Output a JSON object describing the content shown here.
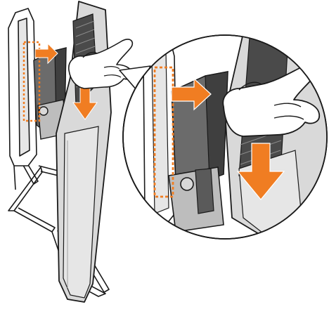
{
  "figure": {
    "type": "installation-illustration",
    "subject": "monitor-stand-detach",
    "steps": [
      {
        "icon": "arrow-right-icon",
        "direction": "right"
      },
      {
        "icon": "arrow-down-icon",
        "direction": "down"
      }
    ],
    "has_zoom_callout": true
  },
  "colors": {
    "background": "#ffffff",
    "outline": "#1a1a1a",
    "panel": "#d9d9d9",
    "panel_light": "#e6e6e6",
    "panel_dark": "#5a5a5a",
    "bracket": "#6b6b6b",
    "arrow": "#f07d22",
    "highlight_box": "#f07d22",
    "hand": "#ffffff"
  }
}
